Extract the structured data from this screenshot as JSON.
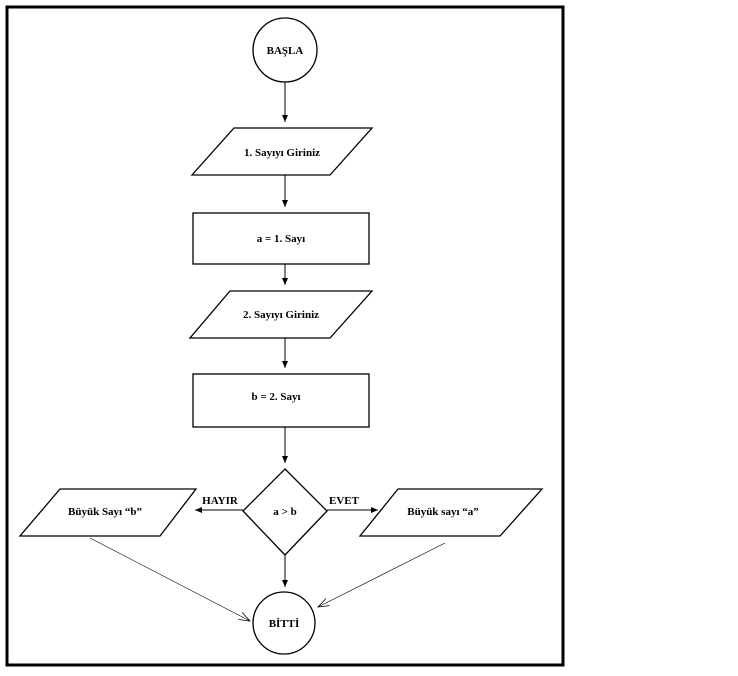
{
  "flowchart": {
    "start": "BAŞLA",
    "input1": "1. Sayıyı Giriniz",
    "assign_a": "a = 1. Sayı",
    "input2": "2. Sayıyı Giriniz",
    "assign_b": "b = 2. Sayı",
    "decision": "a > b",
    "no_label": "HAYIR",
    "yes_label": "EVET",
    "output_b": "Büyük Sayı “b”",
    "output_a": "Büyük sayı “a”",
    "end": "BİTTİ"
  }
}
